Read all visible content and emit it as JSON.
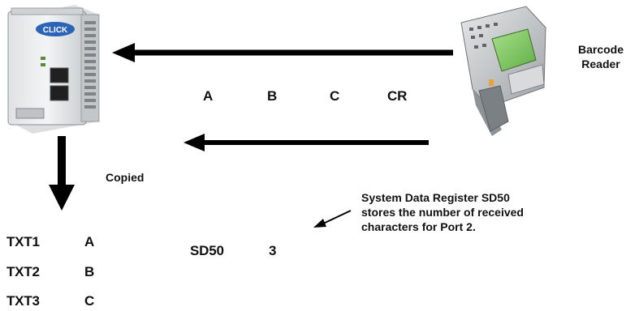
{
  "devices": {
    "plc": {
      "name": "CLICK PLC",
      "logo_text": "CLICK"
    },
    "reader": {
      "label_line1": "Barcode",
      "label_line2": "Reader"
    }
  },
  "data_flow": {
    "chars": [
      "A",
      "B",
      "C",
      "CR"
    ],
    "copied_label": "Copied"
  },
  "register_note": {
    "line1": "System Data Register SD50",
    "line2": "stores the number of received",
    "line3": "characters for Port 2."
  },
  "sd50": {
    "label": "SD50",
    "value": "3"
  },
  "txt_registers": [
    {
      "name": "TXT1",
      "value": "A"
    },
    {
      "name": "TXT2",
      "value": "B"
    },
    {
      "name": "TXT3",
      "value": "C"
    }
  ]
}
